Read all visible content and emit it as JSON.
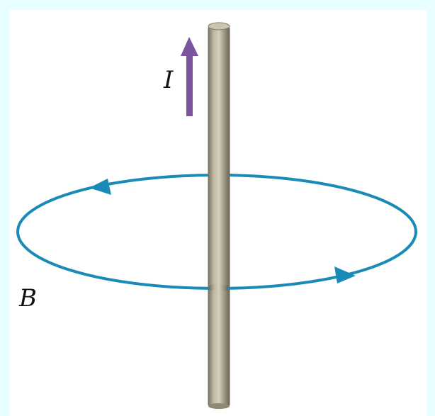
{
  "labels": {
    "current": "I",
    "field": "B"
  },
  "colors": {
    "background": "#e8fdff",
    "panel": "#ffffff",
    "field_loop": "#1a8ab6",
    "current_arrow": "#7b559f",
    "wire_light": "#d9d6c6",
    "wire_mid": "#a9a48c",
    "wire_dark": "#6e6a58"
  },
  "icons": {
    "current_arrow": "up-arrow",
    "field_direction": "arrowheads"
  }
}
